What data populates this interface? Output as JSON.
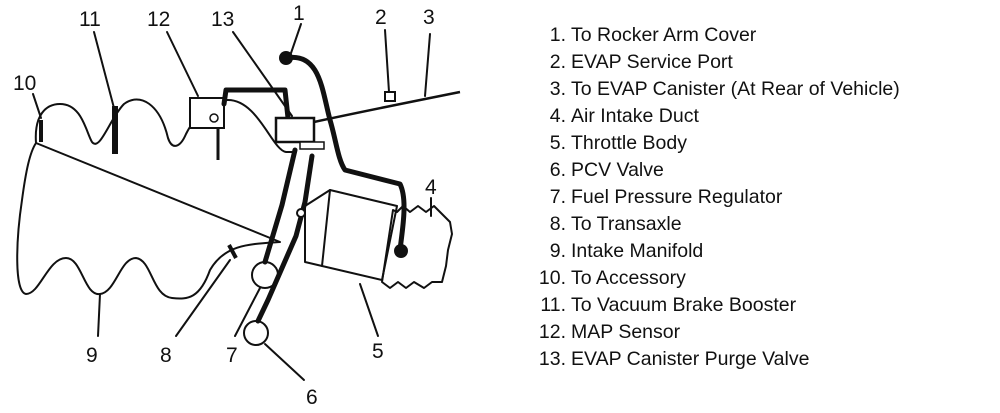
{
  "callouts": {
    "c1": "1",
    "c2": "2",
    "c3": "3",
    "c4": "4",
    "c5": "5",
    "c6": "6",
    "c7": "7",
    "c8": "8",
    "c9": "9",
    "c10": "10",
    "c11": "11",
    "c12": "12",
    "c13": "13"
  },
  "legend": [
    {
      "num": "1.",
      "label": "To Rocker Arm Cover"
    },
    {
      "num": "2.",
      "label": "EVAP Service Port"
    },
    {
      "num": "3.",
      "label": "To EVAP Canister (At Rear of Vehicle)"
    },
    {
      "num": "4.",
      "label": "Air Intake Duct"
    },
    {
      "num": "5.",
      "label": "Throttle Body"
    },
    {
      "num": "6.",
      "label": "PCV Valve"
    },
    {
      "num": "7.",
      "label": "Fuel Pressure Regulator"
    },
    {
      "num": "8.",
      "label": "To Transaxle"
    },
    {
      "num": "9.",
      "label": "Intake Manifold"
    },
    {
      "num": "10.",
      "label": "To Accessory"
    },
    {
      "num": "11.",
      "label": "To Vacuum Brake Booster"
    },
    {
      "num": "12.",
      "label": "MAP Sensor"
    },
    {
      "num": "13.",
      "label": "EVAP Canister Purge Valve"
    }
  ]
}
